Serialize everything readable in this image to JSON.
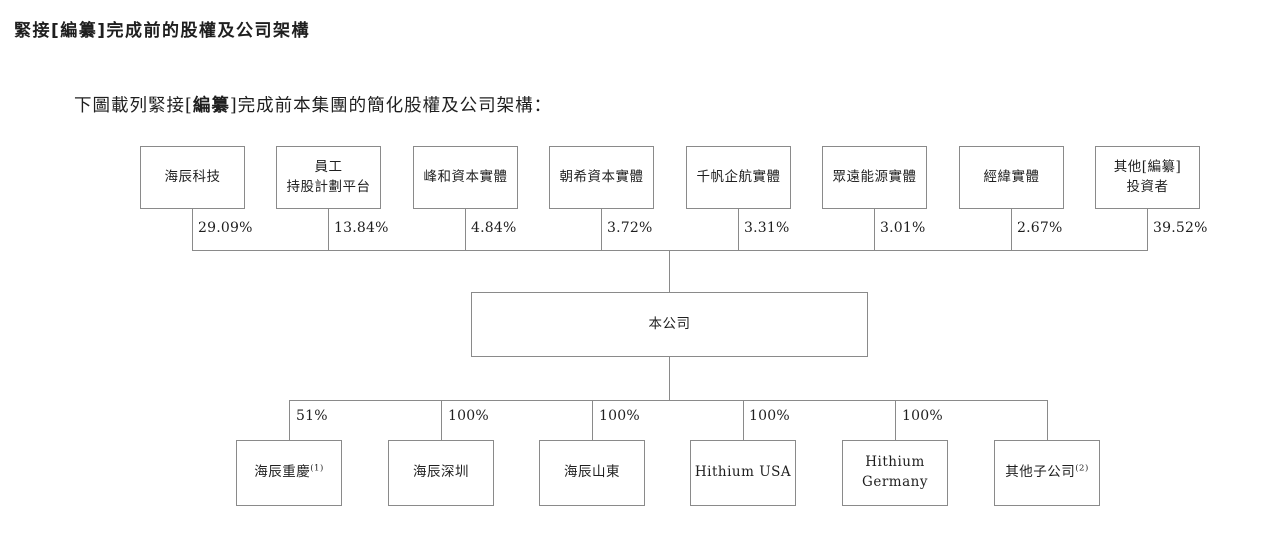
{
  "header": {
    "title": {
      "pre": "緊接[",
      "redact": "編纂",
      "post": "]完成前的股權及公司架構"
    },
    "subtitle": {
      "pre": "下圖載列緊接[",
      "redact": "編纂",
      "post": "]完成前本集團的簡化股權及公司架構："
    }
  },
  "diagram": {
    "type": "corporate-structure",
    "company": {
      "name": "本公司"
    },
    "shareholders": [
      {
        "line1": "海辰科技",
        "pct": "29.09%"
      },
      {
        "line1": "員工",
        "line2": "持股計劃平台",
        "pct": "13.84%"
      },
      {
        "line1": "峰和資本實體",
        "pct": "4.84%"
      },
      {
        "line1": "朝希資本實體",
        "pct": "3.72%"
      },
      {
        "line1": "千帆企航實體",
        "pct": "3.31%"
      },
      {
        "line1": "眾遠能源實體",
        "pct": "3.01%"
      },
      {
        "line1": "經緯實體",
        "pct": "2.67%"
      },
      {
        "line1_pre": "其他[",
        "line1_redact": "編纂",
        "line1_post": "]",
        "line2": "投資者",
        "pct": "39.52%"
      }
    ],
    "subsidiaries": [
      {
        "line1": "海辰重慶",
        "sup": "(1)",
        "pct": "51%"
      },
      {
        "line1": "海辰深圳",
        "pct": "100%"
      },
      {
        "line1": "海辰山東",
        "pct": "100%"
      },
      {
        "line1": "Hithium USA",
        "pct": "100%"
      },
      {
        "line1": "Hithium",
        "line2": "Germany",
        "pct": "100%"
      },
      {
        "line1": "其他子公司",
        "sup": "(2)"
      }
    ],
    "colors": {
      "line": "#8a8a8a",
      "text": "#1f1f1f",
      "background": "#ffffff"
    }
  }
}
